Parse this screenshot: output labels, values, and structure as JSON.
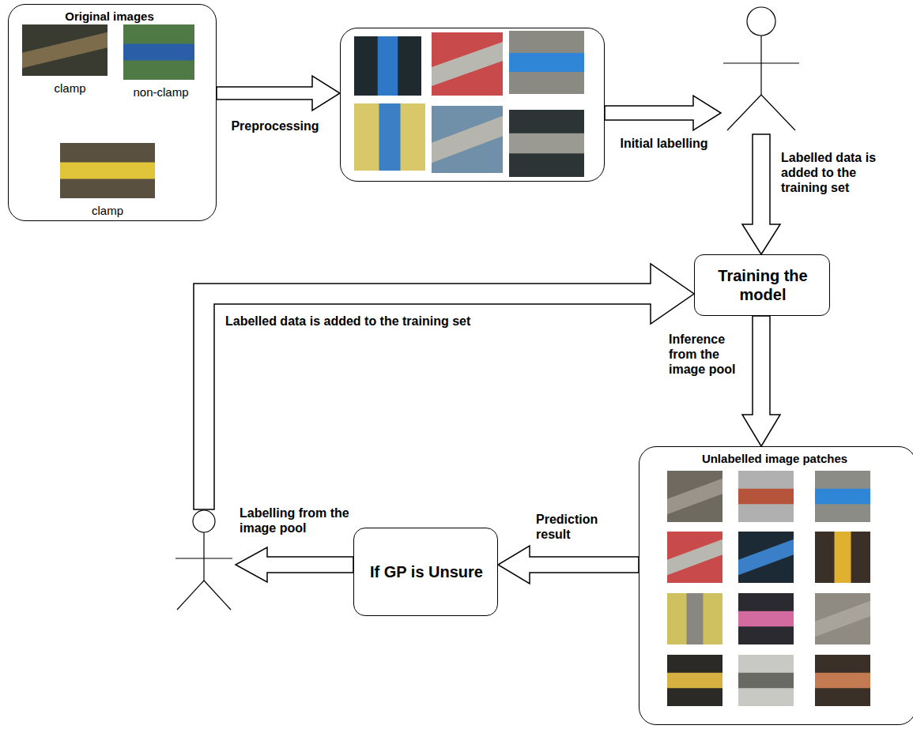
{
  "diagram": {
    "nodes": [
      {
        "text": [
          "Original images",
          "clamp",
          "non-clamp",
          "clamp"
        ]
      },
      {
        "text": []
      },
      {
        "text": []
      },
      {
        "text": [
          "Training the model"
        ]
      },
      {
        "text": [
          "Unlabelled image patches"
        ]
      },
      {
        "text": [
          "If GP is Unsure"
        ]
      },
      {
        "text": []
      }
    ],
    "edges": [
      {
        "from": 0,
        "to": 1,
        "label": "Preprocessing",
        "arrow": "to"
      },
      {
        "from": 1,
        "to": 2,
        "label": "Initial labelling",
        "arrow": "to"
      },
      {
        "from": 2,
        "to": 3,
        "label": "Labelled data is added to the training set",
        "arrow": "to"
      },
      {
        "from": 3,
        "to": 4,
        "label": "Inference from the image pool",
        "arrow": "to"
      },
      {
        "from": 4,
        "to": 5,
        "label": "Prediction result",
        "arrow": "to"
      },
      {
        "from": 5,
        "to": 6,
        "label": "Labelling from the image pool",
        "arrow": "to"
      },
      {
        "from": 6,
        "to": 3,
        "label": "Labelled data is added to the training set",
        "arrow": "to"
      }
    ]
  }
}
